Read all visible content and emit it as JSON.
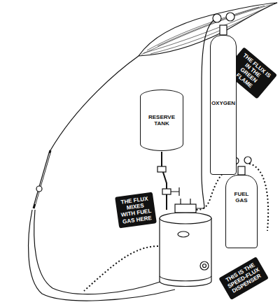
{
  "diagram": {
    "nodes": [
      {
        "text": [
          "THE FLUX IS IN THE GREEN FLAME"
        ]
      },
      {
        "text": [
          "RESERVE TANK"
        ]
      },
      {
        "text": [
          "OXYGEN"
        ]
      },
      {
        "text": [
          "FUEL GAS"
        ]
      },
      {
        "text": [
          "THE FLUX MIXES WITH FUEL GAS HERE"
        ]
      },
      {
        "text": [
          "THIS IS THE SPEED-FLUX DISPENSER"
        ]
      }
    ]
  }
}
